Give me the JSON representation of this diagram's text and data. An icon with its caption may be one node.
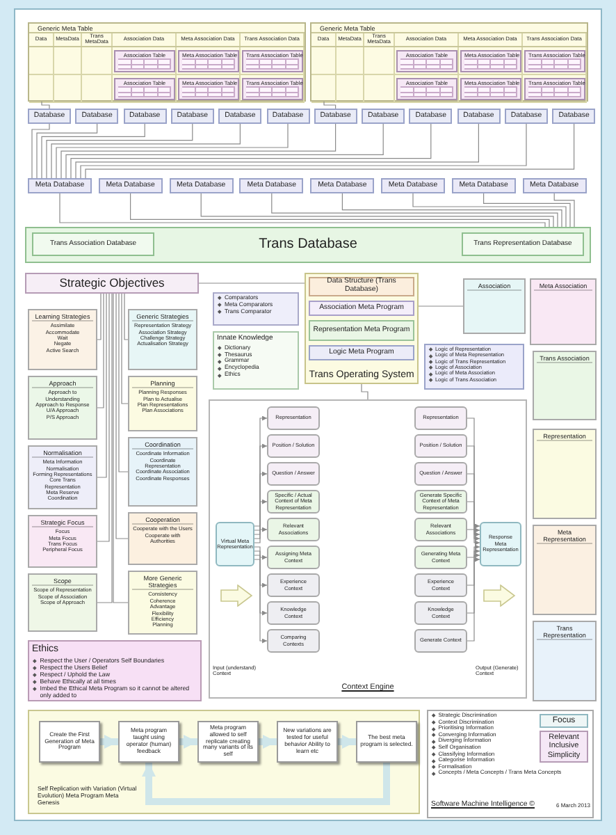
{
  "diagram": {
    "nodes": [
      {
        "text": [
          "Generic Meta Table",
          "Data",
          "MetaData",
          "Trans MetaData",
          "Association Data",
          "Meta Association Data",
          "Trans Association Data"
        ]
      },
      {
        "text": [
          "Association Table"
        ],
        "in": 0
      },
      {
        "text": [
          "Meta Association Table"
        ],
        "in": 0
      },
      {
        "text": [
          "Trans Association Table"
        ],
        "in": 0
      },
      {
        "text": [
          "Association Table"
        ],
        "in": 0
      },
      {
        "text": [
          "Meta Association Table"
        ],
        "in": 0
      },
      {
        "text": [
          "Trans Association Table"
        ],
        "in": 0
      },
      {
        "text": [
          "Generic Meta Table",
          "Data",
          "MetaData",
          "Trans MetaData",
          "Association Data",
          "Meta Association Data",
          "Trans Association Data"
        ]
      },
      {
        "text": [
          "Association Table"
        ],
        "in": 7
      },
      {
        "text": [
          "Meta Association Table"
        ],
        "in": 7
      },
      {
        "text": [
          "Trans Association Table"
        ],
        "in": 7
      },
      {
        "text": [
          "Association Table"
        ],
        "in": 7
      },
      {
        "text": [
          "Meta Association Table"
        ],
        "in": 7
      },
      {
        "text": [
          "Trans Association Table"
        ],
        "in": 7
      },
      {
        "text": [
          "Database"
        ]
      },
      {
        "text": [
          "Database"
        ]
      },
      {
        "text": [
          "Database"
        ]
      },
      {
        "text": [
          "Database"
        ]
      },
      {
        "text": [
          "Database"
        ]
      },
      {
        "text": [
          "Database"
        ]
      },
      {
        "text": [
          "Database"
        ]
      },
      {
        "text": [
          "Database"
        ]
      },
      {
        "text": [
          "Database"
        ]
      },
      {
        "text": [
          "Database"
        ]
      },
      {
        "text": [
          "Database"
        ]
      },
      {
        "text": [
          "Database"
        ]
      },
      {
        "text": [
          "Meta Database"
        ]
      },
      {
        "text": [
          "Meta Database"
        ]
      },
      {
        "text": [
          "Meta Database"
        ]
      },
      {
        "text": [
          "Meta Database"
        ]
      },
      {
        "text": [
          "Meta Database"
        ]
      },
      {
        "text": [
          "Meta Database"
        ]
      },
      {
        "text": [
          "Meta Database"
        ]
      },
      {
        "text": [
          "Meta Database"
        ]
      },
      {
        "text": [
          "Trans Database"
        ]
      },
      {
        "text": [
          "Trans Association Database"
        ],
        "in": 34
      },
      {
        "text": [
          "Trans Representation Database"
        ],
        "in": 34
      },
      {
        "text": [
          "Strategic Objectives"
        ]
      },
      {
        "text": [
          "Learning Strategies",
          "Assimilate",
          "Accommodate",
          "Wait",
          "Negate",
          "Active Search"
        ]
      },
      {
        "text": [
          "Generic Strategies",
          "Representation Strategy",
          "Association Strategy",
          "Challenge Strategy",
          "Actualisation Strategy"
        ]
      },
      {
        "text": [
          "Comparators",
          "Meta Comparators",
          "Trans Comparator"
        ]
      },
      {
        "text": [
          "Trans Operating System"
        ]
      },
      {
        "text": [
          "Data Structure (Trans Database)"
        ],
        "in": 41
      },
      {
        "text": [
          "Association Meta Program"
        ],
        "in": 41
      },
      {
        "text": [
          "Representation Meta Program"
        ],
        "in": 41
      },
      {
        "text": [
          "Logic Meta Program"
        ],
        "in": 41
      },
      {
        "text": [
          "Association"
        ]
      },
      {
        "text": [
          "Meta Association"
        ]
      },
      {
        "text": [
          "Innate Knowledge",
          "Dictionary",
          "Thesaurus",
          "Grammar",
          "Encyclopedia",
          "Ethics"
        ]
      },
      {
        "text": [
          "Logic of Representation",
          "Logic of Meta Representation",
          "Logic of Trans Representation",
          "Logic of Association",
          "Logic of Meta Association",
          "Logic of Trans Association"
        ]
      },
      {
        "text": [
          "Trans Association"
        ]
      },
      {
        "text": [
          "Approach",
          "Approach to Understanding",
          "Approach to Response",
          "U/A Approach",
          "P/S Approach"
        ]
      },
      {
        "text": [
          "Planning",
          "Planning Responses",
          "Plan to Actualise",
          "Plan Representations",
          "Plan Associations"
        ]
      },
      {
        "text": [
          "Context Engine"
        ]
      },
      {
        "text": [
          "Virtual Meta Representation"
        ],
        "in": 53
      },
      {
        "text": [
          "Representation"
        ],
        "in": 53
      },
      {
        "text": [
          "Position / Solution"
        ],
        "in": 53
      },
      {
        "text": [
          "Question / Answer"
        ],
        "in": 53
      },
      {
        "text": [
          "Specific / Actual Context of Meta Representation"
        ],
        "in": 53
      },
      {
        "text": [
          "Relevant Associations"
        ],
        "in": 53
      },
      {
        "text": [
          "Assigning Meta Context"
        ],
        "in": 53
      },
      {
        "text": [
          "Experience Context"
        ],
        "in": 53
      },
      {
        "text": [
          "Knowledge Context"
        ],
        "in": 53
      },
      {
        "text": [
          "Comparing Contexts"
        ],
        "in": 53
      },
      {
        "text": [
          "Representation"
        ],
        "in": 53
      },
      {
        "text": [
          "Position / Solution"
        ],
        "in": 53
      },
      {
        "text": [
          "Question / Answer"
        ],
        "in": 53
      },
      {
        "text": [
          "Generate Specific Context of Meta Representation"
        ],
        "in": 53
      },
      {
        "text": [
          "Relevant Associations"
        ],
        "in": 53
      },
      {
        "text": [
          "Generating Meta Context"
        ],
        "in": 53
      },
      {
        "text": [
          "Experience Context"
        ],
        "in": 53
      },
      {
        "text": [
          "Knowledge Context"
        ],
        "in": 53
      },
      {
        "text": [
          "Generate Context"
        ],
        "in": 53
      },
      {
        "text": [
          "Response Meta Representation"
        ],
        "in": 53
      },
      {
        "text": [
          "Normalisation",
          "Meta Information Normalisation",
          "Forming Representations",
          "Core Trans Representation",
          "Meta Reserve Coordination"
        ]
      },
      {
        "text": [
          "Coordination",
          "Coordinate Information",
          "Coordinate Representation",
          "Coordinate Association",
          "Coordinate Responses"
        ]
      },
      {
        "text": [
          "Representation"
        ]
      },
      {
        "text": [
          "Strategic Focus",
          "Focus",
          "Meta Focus",
          "Trans Focus",
          "Peripheral Focus"
        ]
      },
      {
        "text": [
          "Cooperation",
          "Cooperate with the Users",
          "Cooperate with Authorities"
        ]
      },
      {
        "text": [
          "Meta Representation"
        ]
      },
      {
        "text": [
          "Scope",
          "Scope of Representation",
          "Scope of Association",
          "Scope of Approach"
        ]
      },
      {
        "text": [
          "More Generic Strategies",
          "Consistency",
          "Coherence",
          "Advantage",
          "Flexibility",
          "Efficiency",
          "Planning"
        ]
      },
      {
        "text": [
          "Ethics",
          "Respect the User / Operators Self Boundaries",
          "Respect the Users Belief",
          "Respect / Uphold the Law",
          "Behave Ethically at all times",
          "Imbed the Ethical Meta Program so it cannot be altered only added to"
        ]
      },
      {
        "text": [
          "Trans Representation"
        ]
      },
      {
        "text": [
          "Self Replication with Variation (Virtual Evolution) Meta Program Meta Genesis"
        ]
      },
      {
        "text": [
          "Create the First Generation of Meta Program"
        ],
        "in": 84
      },
      {
        "text": [
          "Meta program taught using operator (human) feedback"
        ],
        "in": 84
      },
      {
        "text": [
          "Meta program allowed to self replicate creating many variants of its self"
        ],
        "in": 84
      },
      {
        "text": [
          "New variations are tested for useful behavior Ability to learn etc"
        ],
        "in": 84
      },
      {
        "text": [
          "The best meta program is selected."
        ],
        "in": 84
      },
      {
        "text": [
          "Strategic Discrimination",
          "Context Discrimination",
          "Prioritising Information",
          "Converging Information",
          "Diverging Information",
          "Self Organisation",
          "Classifying Information",
          "Categorise Information",
          "Formalisation",
          "Concepts / Meta Concepts / Trans Meta Concepts"
        ]
      },
      {
        "text": [
          "Focus"
        ],
        "in": 90
      },
      {
        "text": [
          "Relevant Inclusive Simplicity"
        ],
        "in": 90
      }
    ],
    "edges": [
      {
        "from": 0,
        "to": 14,
        "arrow": "none"
      },
      {
        "from": 7,
        "to": 20,
        "arrow": "none"
      },
      {
        "from": 14,
        "to": 26,
        "arrow": "none"
      },
      {
        "from": 15,
        "to": 26,
        "arrow": "none"
      },
      {
        "from": 16,
        "to": 26,
        "arrow": "none"
      },
      {
        "from": 17,
        "to": 26,
        "arrow": "none"
      },
      {
        "from": 18,
        "to": 26,
        "arrow": "none"
      },
      {
        "from": 19,
        "to": 26,
        "arrow": "none"
      },
      {
        "from": 20,
        "to": 26,
        "arrow": "none"
      },
      {
        "from": 21,
        "to": 26,
        "arrow": "none"
      },
      {
        "from": 22,
        "to": 26,
        "arrow": "none"
      },
      {
        "from": 23,
        "to": 26,
        "arrow": "none"
      },
      {
        "from": 24,
        "to": 26,
        "arrow": "none"
      },
      {
        "from": 25,
        "to": 26,
        "arrow": "none"
      },
      {
        "from": 26,
        "to": 34,
        "arrow": "none"
      },
      {
        "from": 27,
        "to": 34,
        "arrow": "none"
      },
      {
        "from": 28,
        "to": 34,
        "arrow": "none"
      },
      {
        "from": 29,
        "to": 34,
        "arrow": "none"
      },
      {
        "from": 30,
        "to": 34,
        "arrow": "none"
      },
      {
        "from": 31,
        "to": 34,
        "arrow": "none"
      },
      {
        "from": 32,
        "to": 34,
        "arrow": "none"
      },
      {
        "from": 33,
        "to": 34,
        "arrow": "none"
      },
      {
        "from": 37,
        "to": 38,
        "arrow": "none"
      },
      {
        "from": 37,
        "to": 51,
        "arrow": "none"
      },
      {
        "from": 37,
        "to": 74,
        "arrow": "none"
      },
      {
        "from": 37,
        "to": 77,
        "arrow": "none"
      },
      {
        "from": 37,
        "to": 80,
        "arrow": "none"
      },
      {
        "from": 37,
        "to": 39,
        "arrow": "none"
      },
      {
        "from": 37,
        "to": 52,
        "arrow": "none"
      },
      {
        "from": 37,
        "to": 75,
        "arrow": "none"
      },
      {
        "from": 37,
        "to": 78,
        "arrow": "none"
      },
      {
        "from": 37,
        "to": 81,
        "arrow": "none"
      },
      {
        "from": 37,
        "to": 41,
        "arrow": "none"
      },
      {
        "from": 46,
        "to": 41,
        "arrow": "none"
      },
      {
        "from": 41,
        "to": 53,
        "arrow": "none"
      },
      {
        "from": 54,
        "to": 55,
        "arrow": "to"
      },
      {
        "from": 54,
        "to": 56,
        "arrow": "to"
      },
      {
        "from": 54,
        "to": 57,
        "arrow": "to"
      },
      {
        "from": 54,
        "to": 58,
        "arrow": "to"
      },
      {
        "from": 54,
        "to": 59,
        "arrow": "to"
      },
      {
        "from": 54,
        "to": 60,
        "arrow": "to"
      },
      {
        "from": 54,
        "to": 61,
        "arrow": "to"
      },
      {
        "from": 54,
        "to": 62,
        "arrow": "to"
      },
      {
        "from": 54,
        "to": 63,
        "arrow": "to"
      },
      {
        "from": 64,
        "to": 73,
        "arrow": "to"
      },
      {
        "from": 65,
        "to": 73,
        "arrow": "to"
      },
      {
        "from": 66,
        "to": 73,
        "arrow": "to"
      },
      {
        "from": 67,
        "to": 73,
        "arrow": "to"
      },
      {
        "from": 68,
        "to": 73,
        "arrow": "to"
      },
      {
        "from": 69,
        "to": 73,
        "arrow": "to"
      },
      {
        "from": 70,
        "to": 73,
        "arrow": "to"
      },
      {
        "from": 71,
        "to": 73,
        "arrow": "to"
      },
      {
        "from": 72,
        "to": 73,
        "arrow": "to"
      },
      {
        "from": 85,
        "to": 86,
        "arrow": "to",
        "style": "thick",
        "color": "#cfe6ea"
      },
      {
        "from": 86,
        "to": 87,
        "arrow": "to",
        "style": "thick",
        "color": "#cfe6ea"
      },
      {
        "from": 87,
        "to": 88,
        "arrow": "to",
        "style": "thick",
        "color": "#cfe6ea"
      },
      {
        "from": 88,
        "to": 89,
        "arrow": "to",
        "style": "thick",
        "color": "#cfe6ea"
      },
      {
        "from": 89,
        "to": 86,
        "arrow": "to",
        "style": "thick",
        "color": "#cfe6ea"
      }
    ],
    "labels": [
      "Input (understand) Context",
      "Output (Generate) Context",
      "Software Machine Intelligence ©",
      "6 March 2013"
    ]
  }
}
